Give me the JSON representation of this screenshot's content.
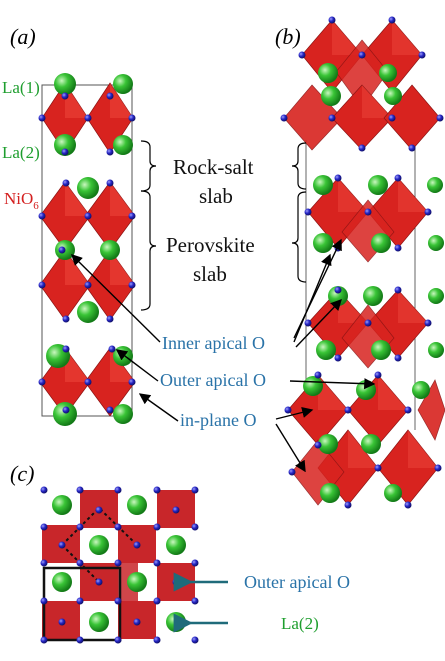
{
  "panels": {
    "a": "(a)",
    "b": "(b)",
    "c": "(c)"
  },
  "labels": {
    "la1": "La(1)",
    "la2": "La(2)",
    "nio6_main": "NiO",
    "nio6_sub": "6",
    "rocksalt_line1": "Rock-salt",
    "rocksalt_line2": "slab",
    "perovskite_line1": "Perovskite",
    "perovskite_line2": "slab",
    "inner_apical": "Inner apical O",
    "outer_apical": "Outer apical O",
    "inplane": "in-plane O",
    "c_outer_apical": "Outer apical O",
    "c_la2": "La(2)"
  },
  "colors": {
    "la_atom": "#2fb82f",
    "oxygen_atom": "#2b2bd0",
    "octahedron": "#d8231f",
    "label_green": "#1e9e2e",
    "label_red": "#d42020",
    "label_blue": "#2a73a8",
    "arrow_teal": "#1f6b7a"
  }
}
